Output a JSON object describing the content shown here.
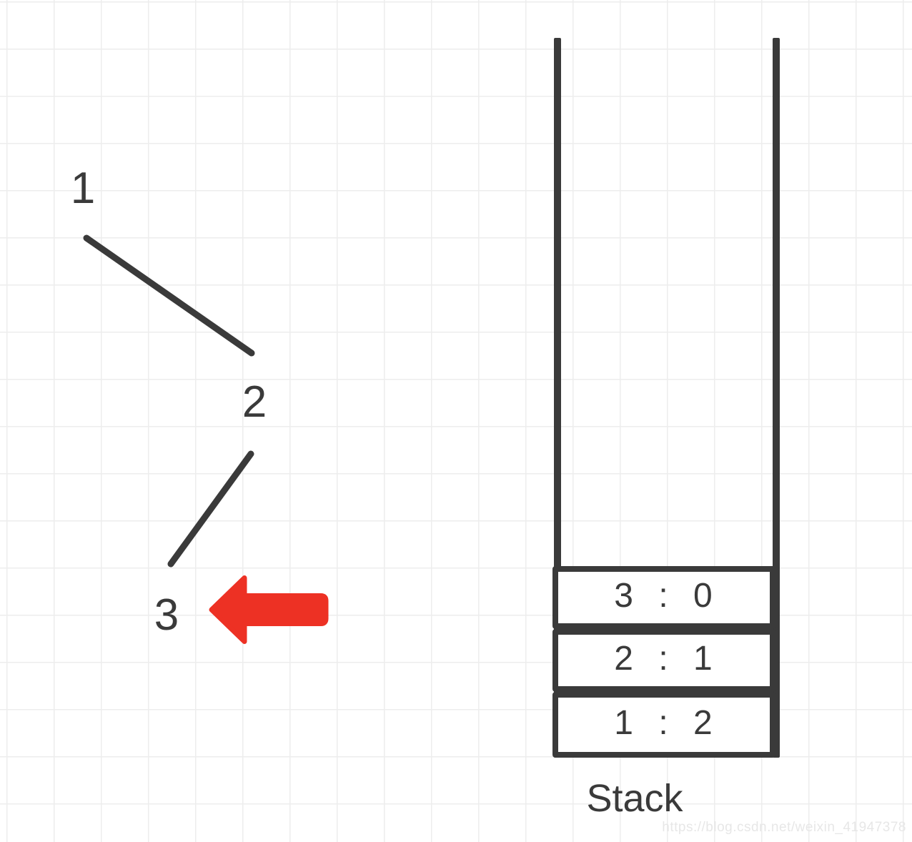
{
  "sequence": {
    "labels": [
      "1",
      "2",
      "3"
    ]
  },
  "stack": {
    "caption": "Stack",
    "entries": [
      {
        "value": "3",
        "separator": ":",
        "span": "0",
        "display": "3 : 0"
      },
      {
        "value": "2",
        "separator": ":",
        "span": "1",
        "display": "2 : 1"
      },
      {
        "value": "1",
        "separator": ":",
        "span": "2",
        "display": "1 : 2"
      }
    ]
  },
  "icons": {
    "arrow": "red-left-arrow"
  },
  "watermark": {
    "text": "https://blog.csdn.net/weixin_41947378"
  },
  "colors": {
    "ink": "#3a3a3a",
    "arrow_red": "#ed3124",
    "grid": "#ededed",
    "watermark_gray": "#e7e7e7",
    "background": "#ffffff"
  }
}
